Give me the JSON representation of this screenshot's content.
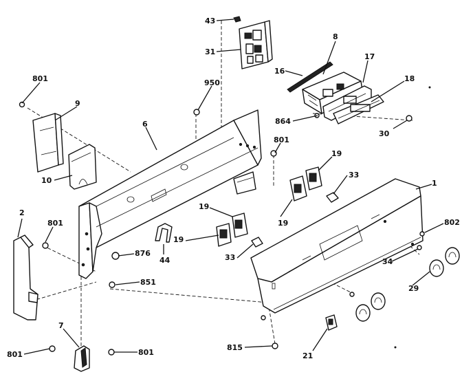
{
  "callouts": [
    {
      "id": "c43",
      "label": "43"
    },
    {
      "id": "c31",
      "label": "31"
    },
    {
      "id": "c8",
      "label": "8"
    },
    {
      "id": "c16",
      "label": "16"
    },
    {
      "id": "c17",
      "label": "17"
    },
    {
      "id": "c18",
      "label": "18"
    },
    {
      "id": "c801a",
      "label": "801"
    },
    {
      "id": "c9",
      "label": "9"
    },
    {
      "id": "c950",
      "label": "950"
    },
    {
      "id": "c6",
      "label": "6"
    },
    {
      "id": "c864",
      "label": "864"
    },
    {
      "id": "c30",
      "label": "30"
    },
    {
      "id": "c801b",
      "label": "801"
    },
    {
      "id": "c19a",
      "label": "19"
    },
    {
      "id": "c10",
      "label": "10"
    },
    {
      "id": "c33a",
      "label": "33"
    },
    {
      "id": "c1",
      "label": "1"
    },
    {
      "id": "c2",
      "label": "2"
    },
    {
      "id": "c801c",
      "label": "801"
    },
    {
      "id": "c19b",
      "label": "19"
    },
    {
      "id": "c19c",
      "label": "19"
    },
    {
      "id": "c802",
      "label": "802"
    },
    {
      "id": "c19d",
      "label": "19"
    },
    {
      "id": "c876",
      "label": "876"
    },
    {
      "id": "c44",
      "label": "44"
    },
    {
      "id": "c33b",
      "label": "33"
    },
    {
      "id": "c34",
      "label": "34"
    },
    {
      "id": "c29",
      "label": "29"
    },
    {
      "id": "c851",
      "label": "851"
    },
    {
      "id": "c7",
      "label": "7"
    },
    {
      "id": "c801d",
      "label": "801"
    },
    {
      "id": "c801e",
      "label": "801"
    },
    {
      "id": "c815",
      "label": "815"
    },
    {
      "id": "c21",
      "label": "21"
    }
  ]
}
